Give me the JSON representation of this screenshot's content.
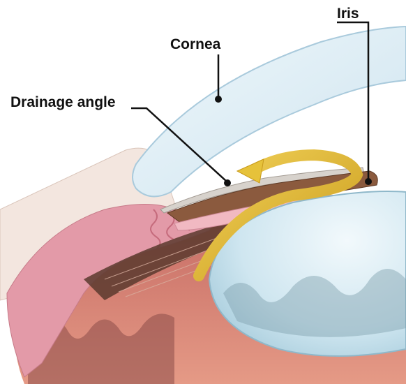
{
  "labels": {
    "iris": "Iris",
    "cornea": "Cornea",
    "drainage_angle": "Drainage angle"
  },
  "colors": {
    "background": "#ffffff",
    "cornea": "#dfeef6",
    "sclera": "#f3e6df",
    "ciliary_body": "#e39aa8",
    "iris": "#8b5a3e",
    "lens": "#cfe7f1",
    "vitreous": "#c9736b",
    "fluid_arrow": "#e6c23a",
    "pointer_line": "#111111"
  }
}
